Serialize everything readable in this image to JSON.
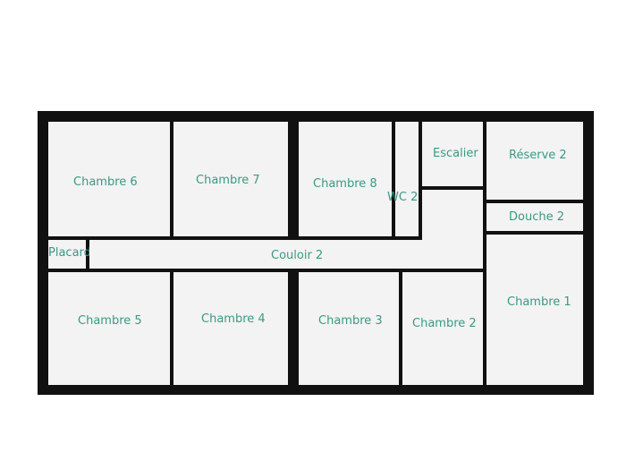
{
  "colors": {
    "wall": "#111111",
    "floor": "#f3f3f3",
    "label": "#3a9a83",
    "background": "#ffffff"
  },
  "rooms": {
    "chambre6": "Chambre 6",
    "chambre7": "Chambre 7",
    "chambre8": "Chambre 8",
    "wc2": "WC 2",
    "escalier": "Escalier",
    "reserve2": "Réserve 2",
    "douche2": "Douche 2",
    "placard": "Placard",
    "couloir2": "Couloir 2",
    "chambre5": "Chambre 5",
    "chambre4": "Chambre 4",
    "chambre3": "Chambre 3",
    "chambre2": "Chambre 2",
    "chambre1": "Chambre 1"
  }
}
